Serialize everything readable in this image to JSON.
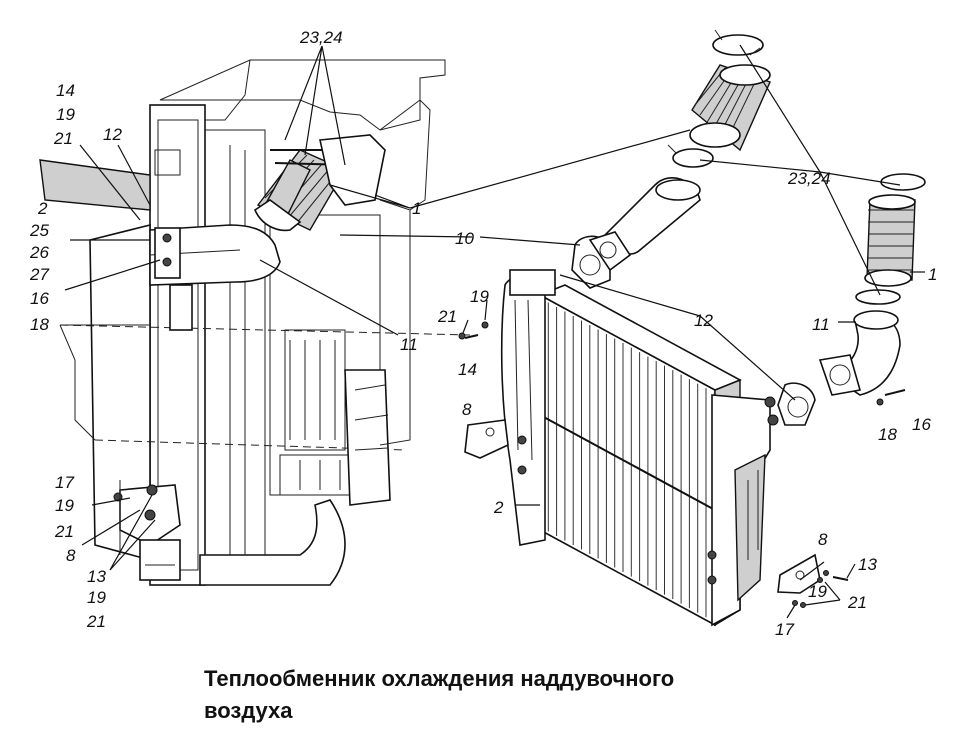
{
  "caption": {
    "line1": "Теплообменник охлаждения наддувочного",
    "line2": "воздуха"
  },
  "labels": {
    "l_2324_top": "23,24",
    "l_14": "14",
    "l_19": "19",
    "l_21": "21",
    "l_12": "12",
    "l_2": "2",
    "l_25": "25",
    "l_26": "26",
    "l_27": "27",
    "l_16": "16",
    "l_18": "18",
    "l_1_mid": "1",
    "l_10": "10",
    "l_11_left": "11",
    "l_17_left": "17",
    "l_19_left_b": "19",
    "l_21_left_b": "21",
    "l_8_left": "8",
    "l_13_left": "13",
    "l_19_left_c": "19",
    "l_21_left_c": "21",
    "l_2324_right": "23,24",
    "l_1_right": "1",
    "l_11_right": "11",
    "l_12_right": "12",
    "l_19_right": "19",
    "l_21_right": "21",
    "l_14_right": "14",
    "l_8_right": "8",
    "l_18_right": "18",
    "l_16_right": "16",
    "l_2_right": "2",
    "l_8_br": "8",
    "l_13_br": "13",
    "l_19_br": "19",
    "l_21_br": "21",
    "l_17_br": "17"
  }
}
